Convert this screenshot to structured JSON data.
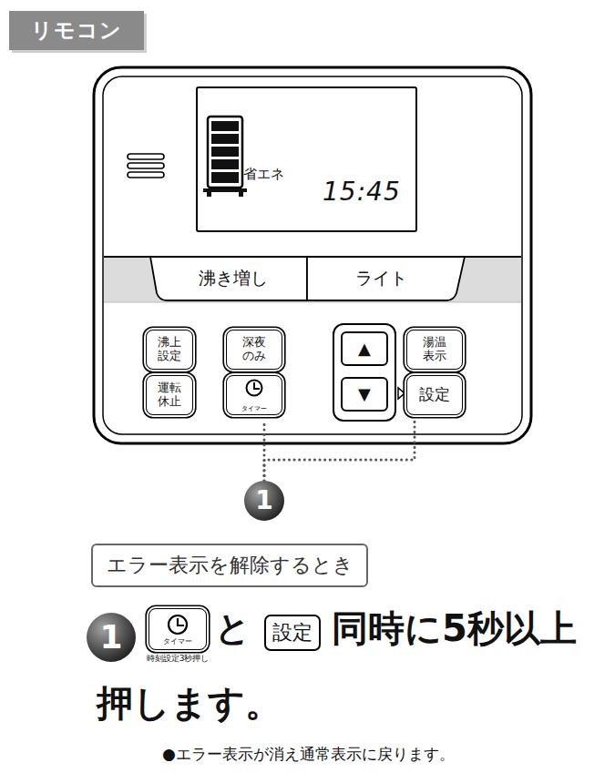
{
  "diagram": {
    "nodes": [
      {
        "text": [
          "リモコン"
        ]
      },
      {
        "text": [
          "省エネ",
          "15:45"
        ]
      },
      {
        "text": [
          "沸き増し"
        ]
      },
      {
        "text": [
          "ライト"
        ]
      },
      {
        "text": [
          "沸上 設定"
        ]
      },
      {
        "text": [
          "深夜 のみ"
        ]
      },
      {
        "text": [
          "運転 休止"
        ]
      },
      {
        "text": [
          "タイマー"
        ]
      },
      {
        "text": [
          "▲"
        ]
      },
      {
        "text": [
          "▼"
        ]
      },
      {
        "text": [
          "湯温 表示"
        ]
      },
      {
        "text": [
          "設定"
        ]
      },
      {
        "text": [
          "1"
        ]
      },
      {
        "text": [
          "エラー表示を解除するとき"
        ]
      },
      {
        "text": [
          "1"
        ]
      },
      {
        "text": [
          "タイマー",
          "時刻設定3秒押し"
        ]
      },
      {
        "text": [
          "設定"
        ]
      }
    ],
    "edges": [
      {
        "from": 12,
        "to": 7,
        "arrow": "none"
      },
      {
        "from": 12,
        "to": 11,
        "arrow": "none"
      }
    ],
    "labels": [
      "と",
      "同時に5秒以上",
      "押します。",
      "●エラー表示が消え通常表示に戻ります。"
    ]
  }
}
